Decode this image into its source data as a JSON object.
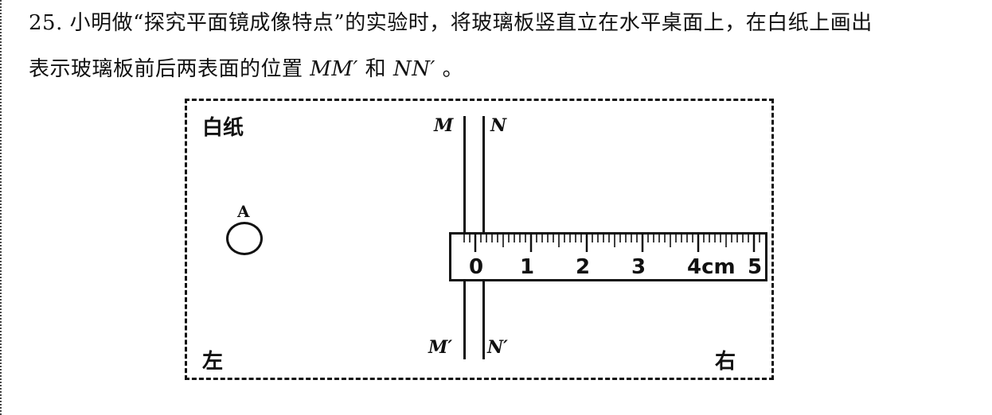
{
  "question": {
    "line1": "25. 小明做“探究平面镜成像特点”的实验时，将玻璃板竖直立在水平桌面上，在白纸上画出",
    "line2_prefix": "表示玻璃板前后两表面的位置 ",
    "mm": "MM′",
    "and": " 和 ",
    "nn": "NN′",
    "suffix": " 。"
  },
  "figure": {
    "paper_label": "白纸",
    "left_label": "左",
    "right_label": "右",
    "m_top": "M",
    "n_top": "N",
    "m_bottom": "M′",
    "n_bottom": "N′",
    "candle_label": "A",
    "ruler": {
      "labels": [
        "0",
        "1",
        "2",
        "3",
        "4cm",
        "5"
      ]
    }
  }
}
